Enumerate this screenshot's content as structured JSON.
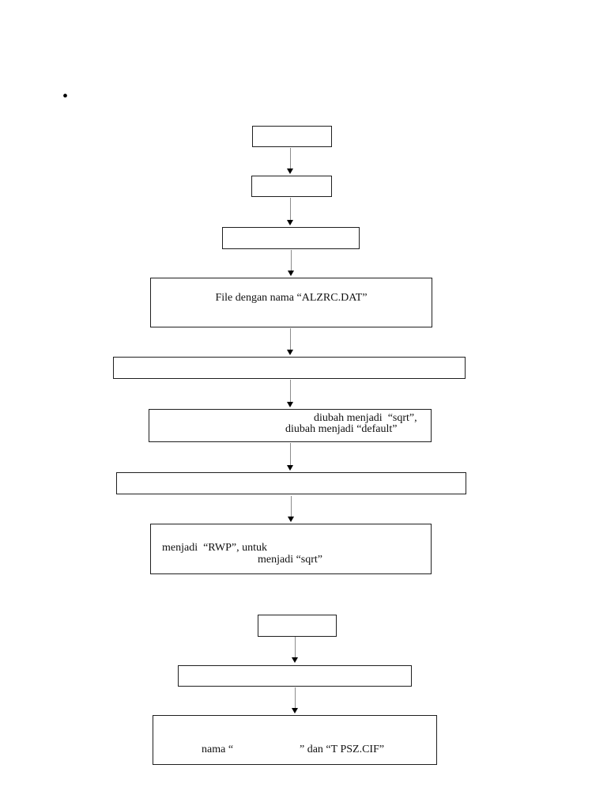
{
  "page": {
    "bullet_glyph": "•",
    "background_color": "#ffffff"
  },
  "colors": {
    "box_border": "#1f1f1f",
    "arrow_line": "#8c8c8c",
    "arrow_head": "#000000",
    "text": "#111111"
  },
  "flowchart": {
    "description": "vertical flowchart of empty and partially redacted boxes connected by downward arrows",
    "boxes": [
      {
        "id": "box-1",
        "text": ""
      },
      {
        "id": "box-2",
        "text": ""
      },
      {
        "id": "box-3",
        "text": ""
      },
      {
        "id": "box-4",
        "text": "File dengan nama “ALZRC.DAT”"
      },
      {
        "id": "box-5",
        "text": ""
      },
      {
        "id": "box-6",
        "lines": [
          "diubah menjadi  “sqrt”,",
          "diubah menjadi “default”"
        ]
      },
      {
        "id": "box-7",
        "text": ""
      },
      {
        "id": "box-8",
        "lines": [
          "menjadi  “RWP”, untuk",
          "menjadi “sqrt”"
        ]
      },
      {
        "id": "box-9",
        "text": ""
      },
      {
        "id": "box-10",
        "text": ""
      },
      {
        "id": "box-11",
        "fragments": [
          "nama “",
          "” dan “T PSZ.CIF”"
        ]
      }
    ]
  }
}
